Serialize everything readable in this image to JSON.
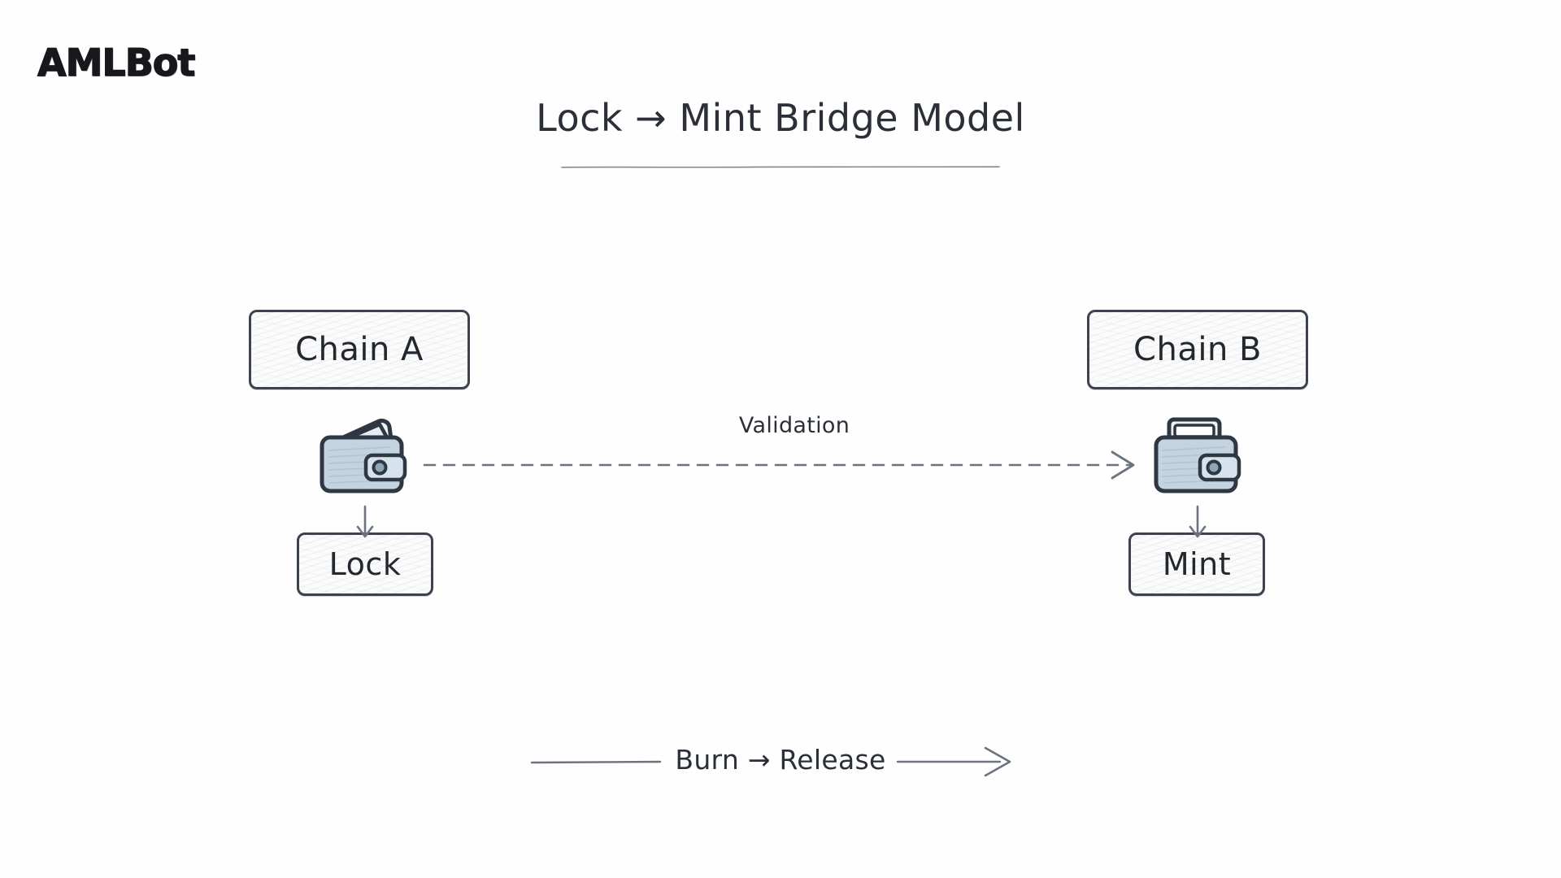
{
  "brand": {
    "logo_text": "AMLBot"
  },
  "header": {
    "title": "Lock → Mint Bridge Model"
  },
  "diagram": {
    "source": {
      "chain_label": "Chain A",
      "wallet_icon": "wallet-icon",
      "action_label": "Lock"
    },
    "target": {
      "chain_label": "Chain B",
      "wallet_icon": "wallet-icon",
      "action_label": "Mint"
    },
    "bridge_link": {
      "label": "Validation",
      "style": "dashed",
      "direction": "left-to-right",
      "arrow_icon": "arrow-right-icon"
    },
    "down_arrows": {
      "icon": "arrow-down-icon",
      "count": 2
    },
    "return_flow": {
      "label": "Burn → Release",
      "style": "solid",
      "direction": "left-to-right",
      "arrow_icon": "arrow-right-icon"
    }
  },
  "colors": {
    "background": "#fefefe",
    "ink": "#2b3038",
    "box_stroke": "#3c434e",
    "box_fill": "#fbfbfb",
    "wallet_fill": "#c9d7e2",
    "wallet_stroke": "#2e3742",
    "connector": "#6b737f"
  }
}
